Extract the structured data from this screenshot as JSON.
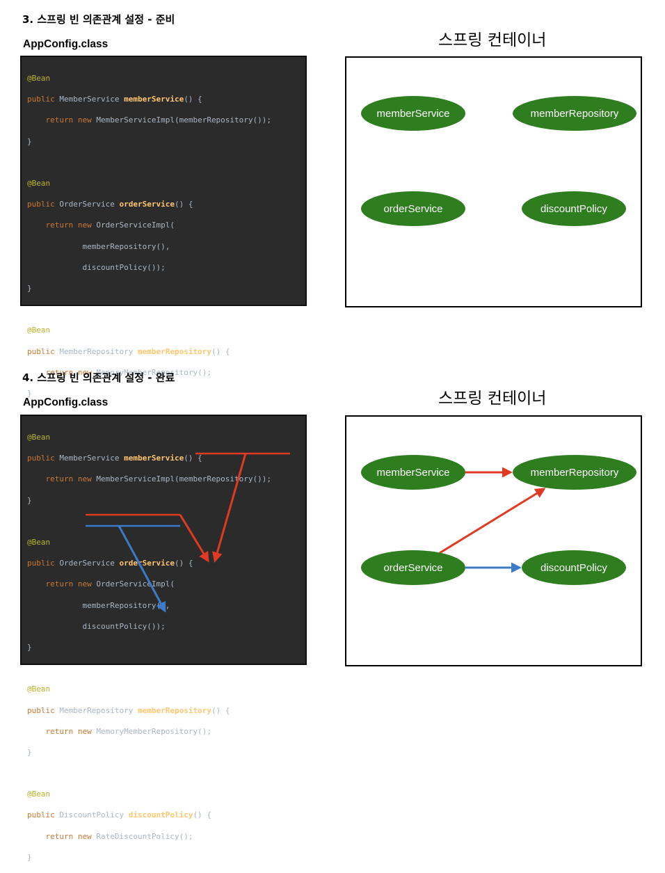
{
  "sections": [
    {
      "title": "3. 스프링 빈 의존관계 설정 - 준비",
      "file_label": "AppConfig.class",
      "container_label": "스프링 컨테이너",
      "beans": [
        "memberService",
        "memberRepository",
        "orderService",
        "discountPolicy"
      ],
      "dependencies": []
    },
    {
      "title": "4. 스프링 빈 의존관계 설정 - 완료",
      "file_label": "AppConfig.class",
      "container_label": "스프링 컨테이너",
      "beans": [
        "memberService",
        "memberRepository",
        "orderService",
        "discountPolicy"
      ],
      "dependencies": [
        {
          "from": "memberService",
          "to": "memberRepository",
          "color": "#e03a22"
        },
        {
          "from": "orderService",
          "to": "memberRepository",
          "color": "#e03a22"
        },
        {
          "from": "orderService",
          "to": "discountPolicy",
          "color": "#3b7bc8"
        }
      ]
    }
  ],
  "code": {
    "annotation": "@Bean",
    "kw_public": "public",
    "kw_return": "return",
    "kw_new": "new",
    "brace_close": "}",
    "b1_type": "MemberService",
    "b1_name": "memberService",
    "b1_sig_end": "() {",
    "b1_body": "MemberServiceImpl(memberRepository());",
    "b2_type": "OrderService",
    "b2_name": "orderService",
    "b2_sig_end": "() {",
    "b2_body": "OrderServiceImpl(",
    "b2_arg1": "memberRepository(),",
    "b2_arg2": "discountPolicy());",
    "b3_type": "MemberRepository",
    "b3_name": "memberRepository",
    "b3_sig_end": "() {",
    "b3_body": "MemoryMemberRepository();",
    "b4_type": "DiscountPolicy",
    "b4_name": "discountPolicy",
    "b4_sig_end": "() {",
    "b4_body": "RateDiscountPolicy();"
  },
  "colors": {
    "bean_fill": "#2e7d1f",
    "ref_red": "#e03a22",
    "ref_blue": "#3b7bc8",
    "code_bg": "#2b2b2b"
  }
}
